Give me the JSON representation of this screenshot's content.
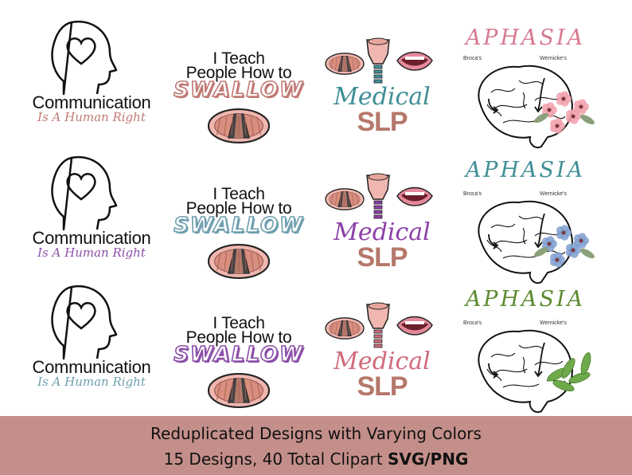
{
  "designs": {
    "communication": {
      "title": "Communication",
      "subtitle": "Is A Human Right",
      "icon": "head-heart-icon",
      "colors": [
        "#c07a74",
        "#8c4fa8",
        "#6e9fae"
      ]
    },
    "swallow": {
      "line1": "I Teach",
      "line2": "People How to",
      "word": "SWALLOW",
      "icon": "larynx-icon",
      "colors": [
        "#c07a74",
        "#6e9fae",
        "#8c4fa8"
      ]
    },
    "medical_slp": {
      "word": "Medical",
      "slp": "SLP",
      "icons": [
        "larynx-icon",
        "thyroid-cartilage-icon",
        "mouth-icon"
      ],
      "colors": [
        "#3f8f96",
        "#8c3fa8",
        "#d06a7a"
      ]
    },
    "aphasia": {
      "title": "APHASIA",
      "label_left": "Broca's",
      "label_right": "Wernicke's",
      "icon": "brain-icon",
      "colors": [
        "#d77a90",
        "#3f8f96",
        "#5c8a2f"
      ],
      "decorations": [
        "pink-flowers",
        "blue-flowers",
        "green-leaves"
      ]
    }
  },
  "banner": {
    "line1": "Reduplicated Designs with Varying Colors",
    "line2_plain": "15 Designs, 40 Total Clipart ",
    "line2_bold": "SVG/PNG",
    "color": "#c48f8a"
  }
}
